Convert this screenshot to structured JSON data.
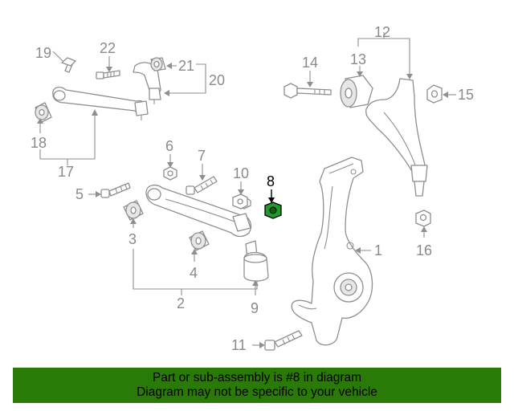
{
  "diagram": {
    "highlighted_part": "8",
    "highlight_color": "#1e9b2a",
    "line_color": "#8e8e8e",
    "callouts": {
      "c1": "1",
      "c2": "2",
      "c3": "3",
      "c4": "4",
      "c5": "5",
      "c6": "6",
      "c7": "7",
      "c8": "8",
      "c9": "9",
      "c10": "10",
      "c11": "11",
      "c12": "12",
      "c13": "13",
      "c14": "14",
      "c15": "15",
      "c16": "16",
      "c17": "17",
      "c18": "18",
      "c19": "19",
      "c20": "20",
      "c21": "21",
      "c22": "22"
    }
  },
  "banner": {
    "background_color": "#2a7a07",
    "line1": "Part or sub-assembly is #8 in diagram",
    "line2": "Diagram may not be specific to your vehicle"
  }
}
